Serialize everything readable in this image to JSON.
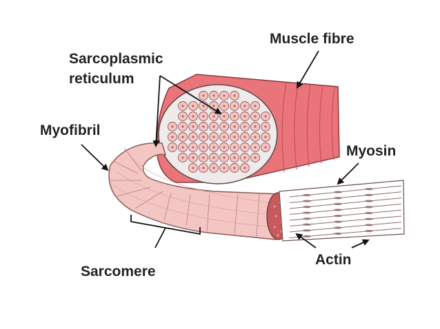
{
  "labels": {
    "muscle_fibre": "Muscle fibre",
    "sarcoplasmic_line1": "Sarcoplasmic",
    "sarcoplasmic_line2": "reticulum",
    "myofibril": "Myofibril",
    "myosin": "Myosin",
    "sarcomere": "Sarcomere",
    "actin": "Actin"
  },
  "colors": {
    "fibre_red": "#e9747a",
    "fibre_stripe": "#c9505a",
    "fibril_pink": "#f4c6c3",
    "fibril_outline": "#8a5a58",
    "cross_section": "#f0eaea",
    "dot_red": "#c85a5e",
    "filament_white": "#ffffff",
    "label_text": "#222222"
  }
}
